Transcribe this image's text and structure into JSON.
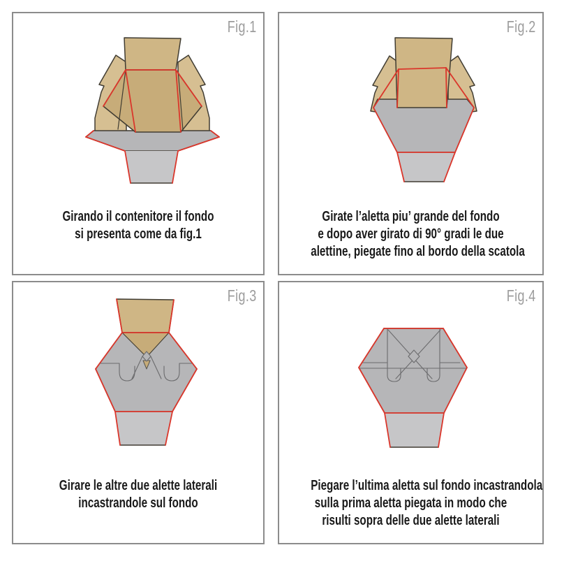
{
  "colors": {
    "panel_border": "#8c8c8c",
    "fig_label": "#9c9c9c",
    "caption_text": "#191919",
    "fold_line_red": "#da362b",
    "cardboard_tan": "#cfb685",
    "cardboard_tan_light": "#d6bf92",
    "cardboard_tan_inner": "#c7ac79",
    "box_gray": "#b6b6b8",
    "box_gray_light": "#c6c6c8",
    "outline_dark": "#403c32"
  },
  "panels": [
    {
      "fig_label": "Fig.1",
      "diagram": "box-bottom-open-flaps-out",
      "caption_lines": [
        "Girando il contenitore il fondo",
        "si presenta come da fig.1"
      ]
    },
    {
      "fig_label": "Fig.2",
      "diagram": "box-bottom-large-flap-turned",
      "caption_lines": [
        "Girate l’aletta piu’ grande del fondo",
        "e dopo aver girato di 90° gradi le due",
        "alettine, piegate fino al bordo della scatola"
      ]
    },
    {
      "fig_label": "Fig.3",
      "diagram": "box-bottom-side-flaps-folded",
      "caption_lines": [
        "Girare le altre due alette laterali",
        "incastrandole sul fondo"
      ]
    },
    {
      "fig_label": "Fig.4",
      "diagram": "box-bottom-closed",
      "caption_lines": [
        "Piegare l’ultima aletta sul fondo incastrandola",
        "sulla prima aletta piegata in modo che",
        "risulti sopra delle due alette laterali"
      ]
    }
  ]
}
